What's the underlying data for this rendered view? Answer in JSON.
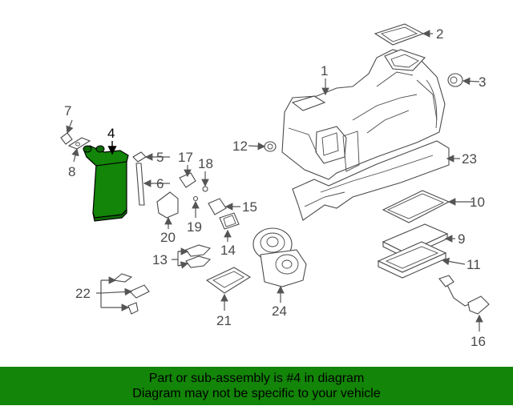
{
  "highlight_color": "#138508",
  "banner": {
    "line1": "Part or sub-assembly is #4 in diagram",
    "line2": "Diagram may not be specific to your vehicle"
  },
  "callouts": {
    "c1": "1",
    "c2": "2",
    "c3": "3",
    "c4": "4",
    "c5": "5",
    "c6": "6",
    "c7": "7",
    "c8": "8",
    "c9": "9",
    "c10": "10",
    "c11": "11",
    "c12": "12",
    "c13": "13",
    "c14": "14",
    "c15": "15",
    "c16": "16",
    "c17": "17",
    "c18": "18",
    "c19": "19",
    "c20": "20",
    "c21": "21",
    "c22": "22",
    "c23": "23",
    "c24": "24"
  }
}
